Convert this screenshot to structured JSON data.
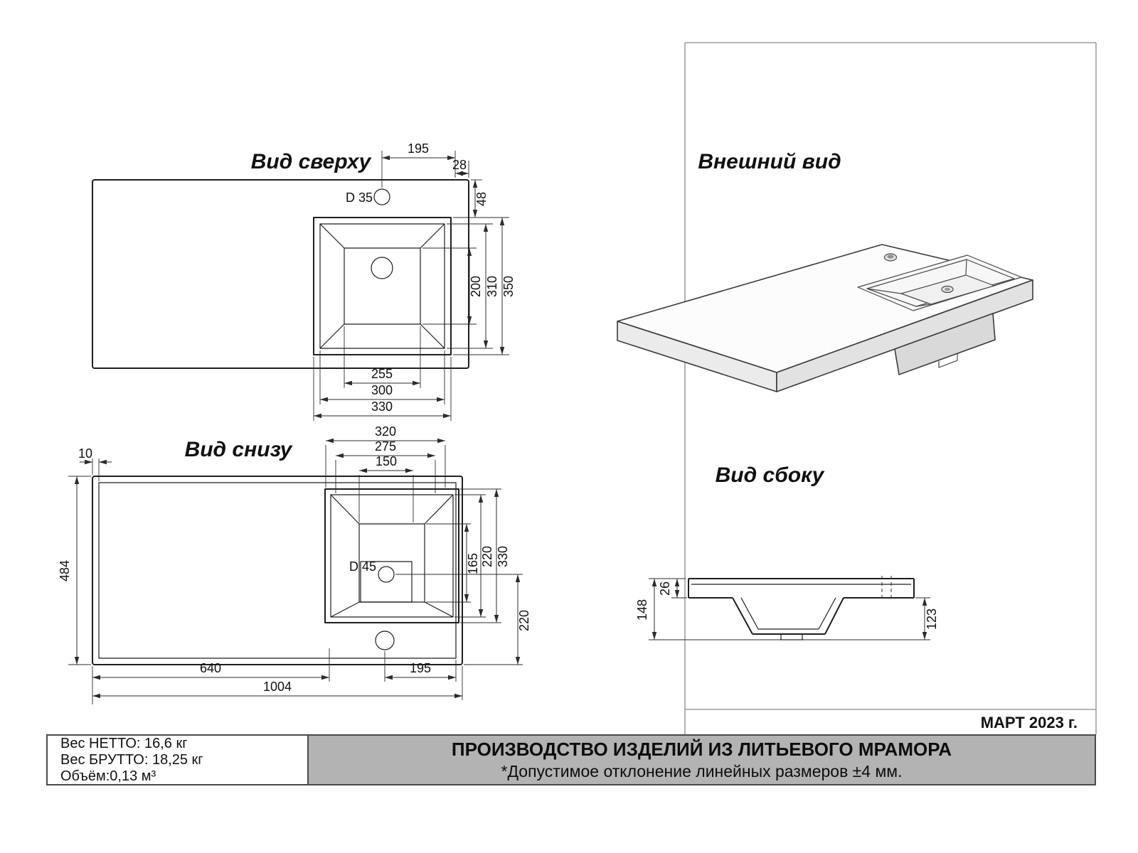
{
  "sheet": {
    "date_note": "МАРТ 2023 г."
  },
  "views": {
    "top": {
      "title": "Вид сверху"
    },
    "external": {
      "title": "Внешний вид"
    },
    "bottom": {
      "title": "Вид снизу"
    },
    "side": {
      "title": "Вид сбоку"
    }
  },
  "top_view_dims": {
    "faucet_d": "D 35",
    "w195": "195",
    "w28": "28",
    "h48": "48",
    "h350": "350",
    "h310": "310",
    "h200": "200",
    "w255": "255",
    "w300": "300",
    "w330": "330"
  },
  "bottom_view_dims": {
    "t10": "10",
    "h484": "484",
    "w320": "320",
    "w275": "275",
    "w150": "150",
    "drain_d": "D 45",
    "h165": "165",
    "h220": "220",
    "h330": "330",
    "h220_bottom": "220",
    "w640": "640",
    "w195": "195",
    "w1004": "1004"
  },
  "side_view_dims": {
    "h148": "148",
    "h26": "26",
    "h123": "123"
  },
  "footer": {
    "net_weight": "Вес НЕТТО: 16,6 кг",
    "gross_weight": "Вес БРУТТО: 18,25 кг",
    "volume": "Объём:0,13 м³",
    "production_line1": "ПРОИЗВОДСТВО ИЗДЕЛИЙ ИЗ ЛИТЬЕВОГО МРАМОРА",
    "production_line2": "*Допустимое отклонение линейных размеров ±4 мм."
  }
}
